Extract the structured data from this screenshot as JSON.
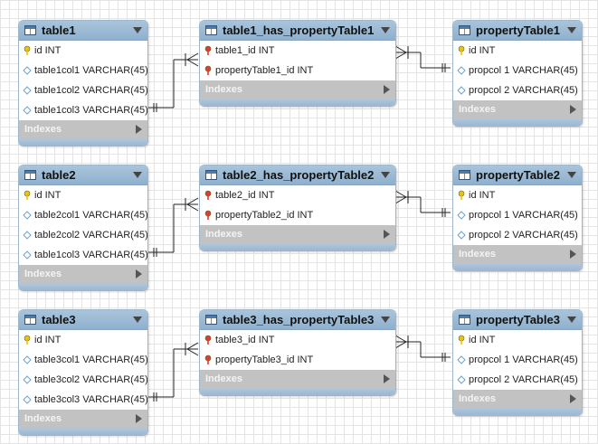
{
  "diagram": {
    "rows": [
      {
        "left": {
          "name": "table1",
          "columns": [
            {
              "kind": "pk",
              "text": "id INT"
            },
            {
              "kind": "col",
              "text": "table1col1 VARCHAR(45)"
            },
            {
              "kind": "col",
              "text": "table1col2 VARCHAR(45)"
            },
            {
              "kind": "col",
              "text": "table1col3 VARCHAR(45)"
            }
          ],
          "indexes_label": "Indexes"
        },
        "middle": {
          "name": "table1_has_propertyTable1",
          "columns": [
            {
              "kind": "fk",
              "text": "table1_id INT"
            },
            {
              "kind": "fk",
              "text": "propertyTable1_id INT"
            }
          ],
          "indexes_label": "Indexes"
        },
        "right": {
          "name": "propertyTable1",
          "columns": [
            {
              "kind": "pk",
              "text": "id INT"
            },
            {
              "kind": "col",
              "text": "propcol 1 VARCHAR(45)"
            },
            {
              "kind": "col",
              "text": "propcol 2 VARCHAR(45)"
            }
          ],
          "indexes_label": "Indexes"
        }
      },
      {
        "left": {
          "name": "table2",
          "columns": [
            {
              "kind": "pk",
              "text": "id INT"
            },
            {
              "kind": "col",
              "text": "table2col1 VARCHAR(45)"
            },
            {
              "kind": "col",
              "text": "table2col2 VARCHAR(45)"
            },
            {
              "kind": "col",
              "text": "table1col3 VARCHAR(45)"
            }
          ],
          "indexes_label": "Indexes"
        },
        "middle": {
          "name": "table2_has_propertyTable2",
          "columns": [
            {
              "kind": "fk",
              "text": "table2_id INT"
            },
            {
              "kind": "fk",
              "text": "propertyTable2_id INT"
            }
          ],
          "indexes_label": "Indexes"
        },
        "right": {
          "name": "propertyTable2",
          "columns": [
            {
              "kind": "pk",
              "text": "id INT"
            },
            {
              "kind": "col",
              "text": "propcol 1 VARCHAR(45)"
            },
            {
              "kind": "col",
              "text": "propcol 2 VARCHAR(45)"
            }
          ],
          "indexes_label": "Indexes"
        }
      },
      {
        "left": {
          "name": "table3",
          "columns": [
            {
              "kind": "pk",
              "text": "id INT"
            },
            {
              "kind": "col",
              "text": "table3col1 VARCHAR(45)"
            },
            {
              "kind": "col",
              "text": "table3col2 VARCHAR(45)"
            },
            {
              "kind": "col",
              "text": "table3col3 VARCHAR(45)"
            }
          ],
          "indexes_label": "Indexes"
        },
        "middle": {
          "name": "table3_has_propertyTable3",
          "columns": [
            {
              "kind": "fk",
              "text": "table3_id INT"
            },
            {
              "kind": "fk",
              "text": "propertyTable3_id INT"
            }
          ],
          "indexes_label": "Indexes"
        },
        "right": {
          "name": "propertyTable3",
          "columns": [
            {
              "kind": "pk",
              "text": "id INT"
            },
            {
              "kind": "col",
              "text": "propcol 1 VARCHAR(45)"
            },
            {
              "kind": "col",
              "text": "propcol 2 VARCHAR(45)"
            }
          ],
          "indexes_label": "Indexes"
        }
      }
    ],
    "relationships": [
      {
        "from": "table1",
        "to": "table1_has_propertyTable1",
        "cardinality": "one-to-many"
      },
      {
        "from": "propertyTable1",
        "to": "table1_has_propertyTable1",
        "cardinality": "one-to-many"
      },
      {
        "from": "table2",
        "to": "table2_has_propertyTable2",
        "cardinality": "one-to-many"
      },
      {
        "from": "propertyTable2",
        "to": "table2_has_propertyTable2",
        "cardinality": "one-to-many"
      },
      {
        "from": "table3",
        "to": "table3_has_propertyTable3",
        "cardinality": "one-to-many"
      },
      {
        "from": "propertyTable3",
        "to": "table3_has_propertyTable3",
        "cardinality": "one-to-many"
      }
    ],
    "icons": {
      "table": "table-icon",
      "pk": "primary-key-icon",
      "fk": "foreign-key-icon",
      "col": "column-diamond-icon",
      "collapse": "collapse-triangle-icon",
      "expand": "expand-arrow-icon"
    },
    "colors": {
      "header": "#9dbbd6",
      "indexes_bar": "#c2c2c2",
      "pk_icon": "#e8c21c",
      "fk_icon": "#d0423a",
      "col_icon": "#6fa3c7",
      "connector": "#222222"
    }
  }
}
